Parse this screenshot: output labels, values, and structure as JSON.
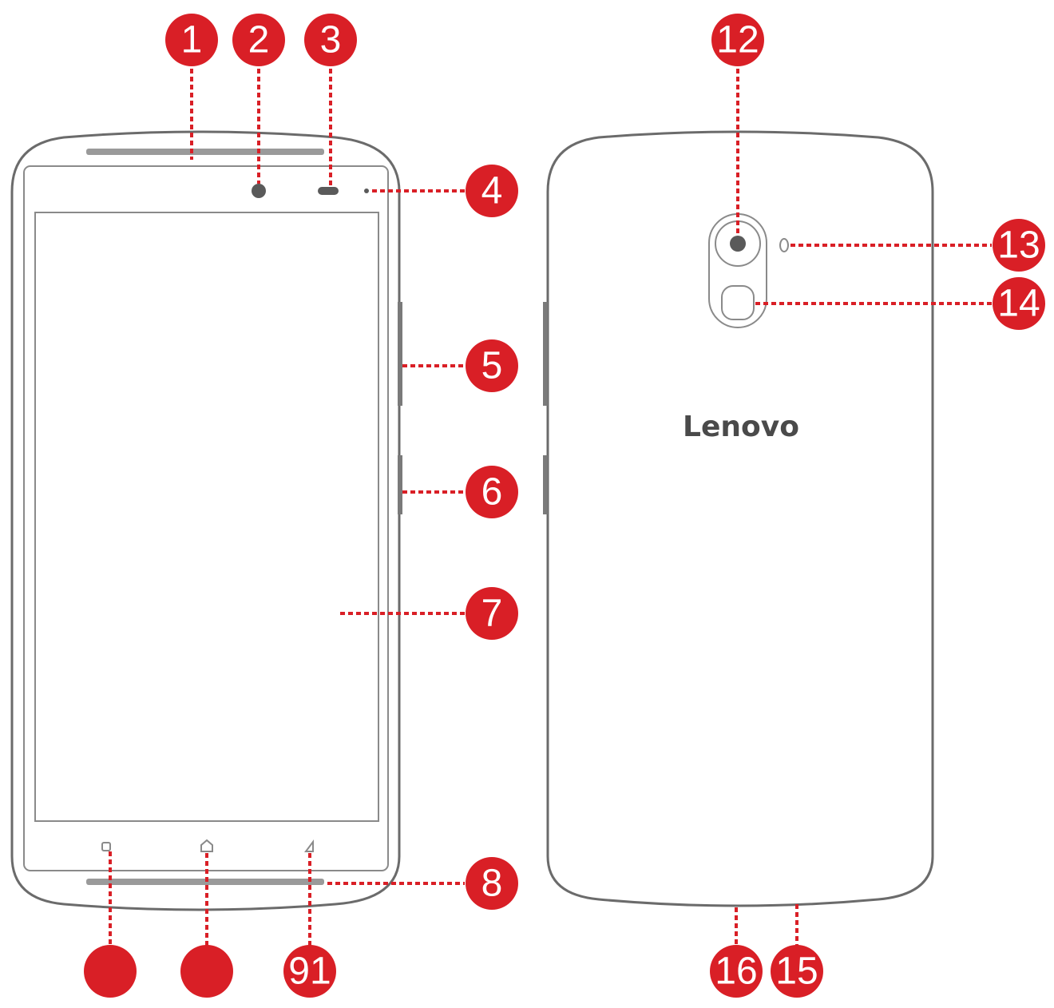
{
  "brand_logo": "Lenovo",
  "colors": {
    "callout": "#d91f26",
    "outline": "#6b6b6b",
    "logo": "#4a4a4a"
  },
  "callouts": [
    {
      "id": "c1",
      "label": "1"
    },
    {
      "id": "c2",
      "label": "2"
    },
    {
      "id": "c3",
      "label": "3"
    },
    {
      "id": "c4",
      "label": "4"
    },
    {
      "id": "c5",
      "label": "5"
    },
    {
      "id": "c6",
      "label": "6"
    },
    {
      "id": "c7",
      "label": "7"
    },
    {
      "id": "c8",
      "label": "8"
    },
    {
      "id": "c9",
      "label": ""
    },
    {
      "id": "c10",
      "label": ""
    },
    {
      "id": "c11",
      "label": "91"
    },
    {
      "id": "c12",
      "label": "12"
    },
    {
      "id": "c13",
      "label": "13"
    },
    {
      "id": "c14",
      "label": "14"
    },
    {
      "id": "c15",
      "label": "15"
    },
    {
      "id": "c16",
      "label": "16"
    }
  ]
}
